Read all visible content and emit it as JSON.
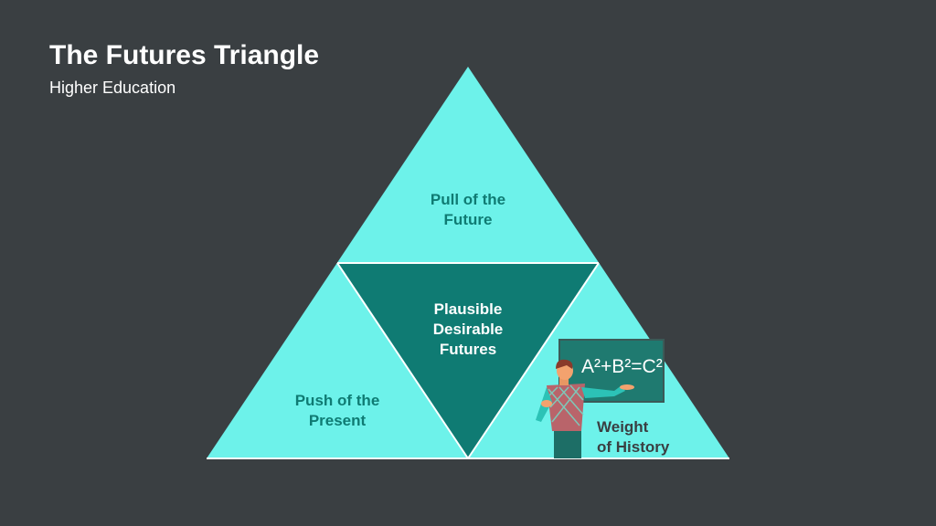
{
  "title": "The Futures Triangle",
  "subtitle": "Higher Education",
  "regions": {
    "top": [
      "Pull of the",
      "Future"
    ],
    "left": [
      "Push of the",
      "Present"
    ],
    "center": [
      "Plausible",
      "Desirable",
      "Futures"
    ],
    "right": [
      "Weight",
      "of History"
    ]
  },
  "chalkboard": {
    "equation": "A²+B²=C²"
  },
  "colors": {
    "background": "#3a3f42",
    "light": "#6df2ea",
    "dark": "#0f7b73"
  }
}
